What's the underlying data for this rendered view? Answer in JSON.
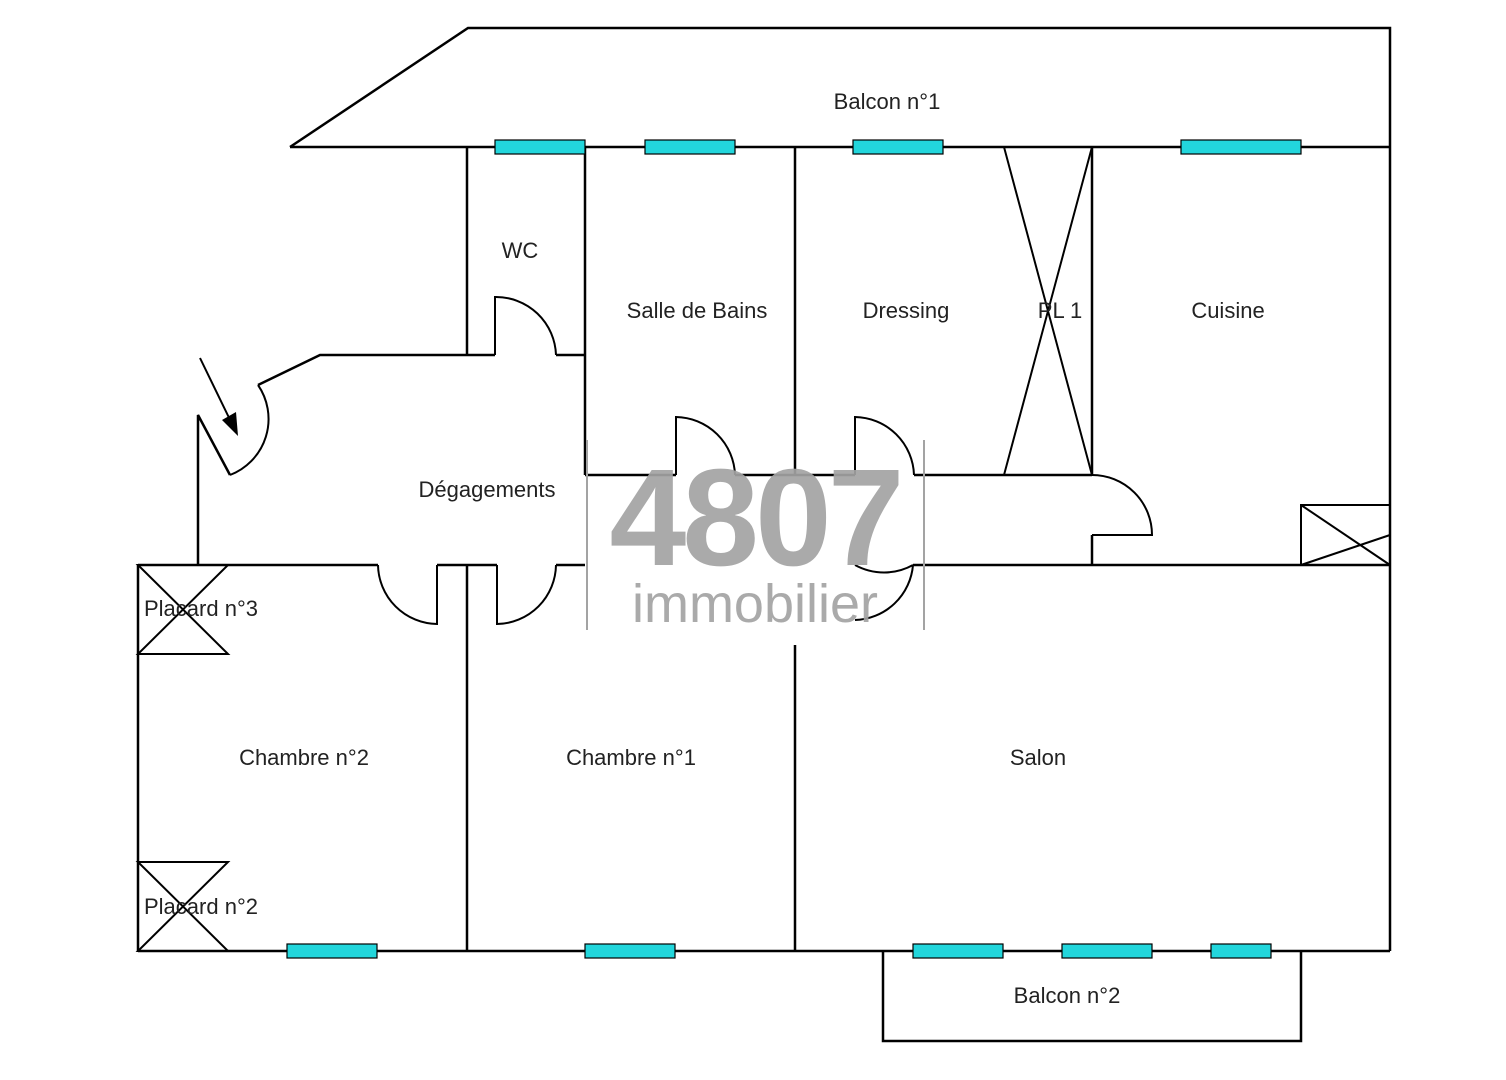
{
  "rooms": {
    "balcon1": "Balcon n°1",
    "wc": "WC",
    "salle_de_bains": "Salle de Bains",
    "dressing": "Dressing",
    "pl1": "PL 1",
    "cuisine": "Cuisine",
    "degagements": "Dégagements",
    "placard3": "Placard n°3",
    "chambre2": "Chambre n°2",
    "chambre1": "Chambre n°1",
    "salon": "Salon",
    "placard2": "Placard n°2",
    "balcon2": "Balcon n°2"
  },
  "watermark": {
    "number": "4807",
    "subtitle": "immobilier"
  },
  "colors": {
    "window": "#22d6dc",
    "wall": "#000000",
    "watermark": "#a3a3a3"
  }
}
